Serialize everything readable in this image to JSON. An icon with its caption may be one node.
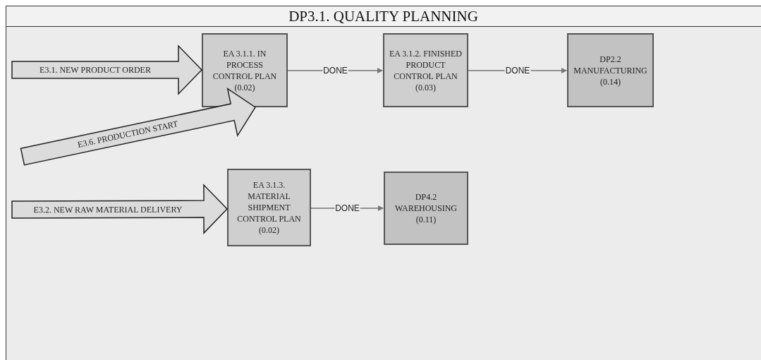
{
  "diagram": {
    "title": "DP3.1. QUALITY PLANNING",
    "nodes": [
      {
        "text": [
          "EA 3.1.1. IN PROCESS CONTROL PLAN",
          "(0.02)"
        ]
      },
      {
        "text": [
          "EA 3.1.2. FINISHED PRODUCT CONTROL PLAN",
          "(0.03)"
        ]
      },
      {
        "text": [
          "DP2.2 MANUFACTURING",
          "(0.14)"
        ]
      },
      {
        "text": [
          "EA 3.1.3. MATERIAL SHIPMENT CONTROL PLAN",
          "(0.02)"
        ]
      },
      {
        "text": [
          "DP4.2 WAREHOUSING",
          "(0.11)"
        ]
      }
    ],
    "edges": [
      {
        "from": null,
        "to": 0,
        "arrow": "to",
        "label": "E3.1. NEW PRODUCT ORDER",
        "style": "thick"
      },
      {
        "from": null,
        "to": 0,
        "arrow": "to",
        "label": "E3.6. PRODUCTION START",
        "style": "thick"
      },
      {
        "from": 0,
        "to": 1,
        "arrow": "to",
        "label": "DONE"
      },
      {
        "from": 1,
        "to": 2,
        "arrow": "to",
        "label": "DONE"
      },
      {
        "from": null,
        "to": 3,
        "arrow": "to",
        "label": "E3.2. NEW RAW MATERIAL DELIVERY",
        "style": "thick"
      },
      {
        "from": 3,
        "to": 4,
        "arrow": "to",
        "label": "DONE"
      }
    ]
  }
}
